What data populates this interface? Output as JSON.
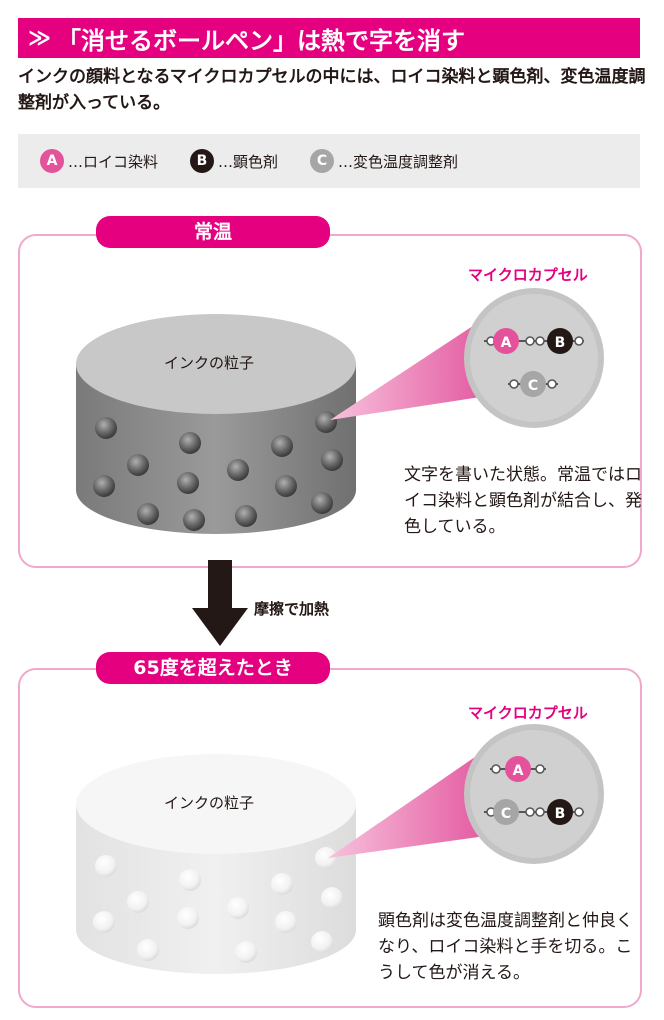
{
  "header": {
    "chevron": "≫",
    "title": "「消せるボールペン」は熱で字を消す"
  },
  "intro": "インクの顔料となるマイクロカプセルの中には、ロイコ染料と顕色剤、変色温度調整剤が入っている。",
  "legend": [
    {
      "badge": "A",
      "text": "…ロイコ染料"
    },
    {
      "badge": "B",
      "text": "…顕色剤"
    },
    {
      "badge": "C",
      "text": "…変色温度調整剤"
    }
  ],
  "panel1": {
    "tab": "常温",
    "particle_label": "インクの粒子",
    "capsule_label": "マイクロカプセル",
    "caption": "文字を書いた状態。常温ではロイコ染料と顕色剤が結合し、発色している。"
  },
  "arrow_label": "摩擦で加熱",
  "panel2": {
    "tab": "65度を超えたとき",
    "particle_label": "インクの粒子",
    "capsule_label": "マイクロカプセル",
    "caption": "顕色剤は変色温度調整剤と仲良くなり、ロイコ染料と手を切る。こうして色が消える。"
  },
  "colors": {
    "accent": "#e4007f",
    "badge_a": "#e4529c",
    "badge_b": "#231815",
    "badge_c": "#a6a6a6",
    "panel_border": "#f0a8cc"
  }
}
